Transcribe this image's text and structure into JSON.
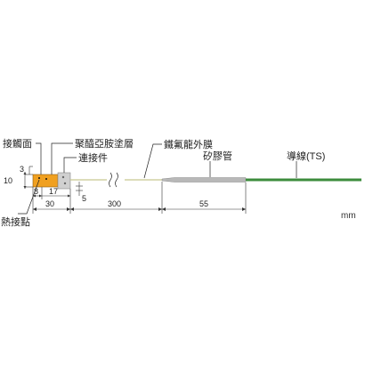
{
  "labels": {
    "contact_surface": "接觸面",
    "polyimide_coating": "聚醯亞胺塗層",
    "connector": "連接件",
    "ptfe_film": "鐵氟龍外膜",
    "silicone_tube": "矽膠管",
    "lead_wire": "導線(TS)",
    "junction": "熱接點"
  },
  "dimensions": {
    "d3": "3",
    "d10": "10",
    "d8": "8",
    "d17": "17",
    "d5": "5",
    "d30": "30",
    "d300": "300",
    "d55": "55"
  },
  "unit": "mm",
  "colors": {
    "sensor_tip": "#f0a020",
    "connector": "#d0d0d0",
    "silicone_tube": "#b8b8b8",
    "lead_wire": "#3c8c3c",
    "thin_wire": "#c8c890"
  }
}
